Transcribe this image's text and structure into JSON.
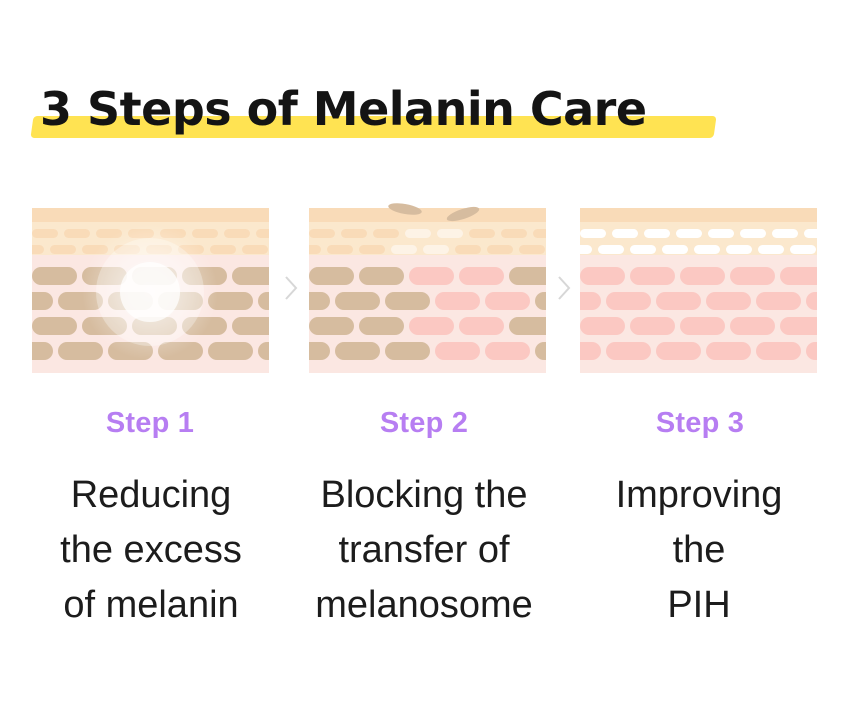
{
  "title": "3 Steps of Melanin Care",
  "colors": {
    "highlight": "#ffe352",
    "step_label": "#b77ef2",
    "skin_top": "#f9dbb8",
    "skin_mid": "#fbe8cd",
    "skin_lower": "#fbe7e2",
    "melanin_cell": "#d6bc9f",
    "pink_cell": "#fbc8c2",
    "white_cell": "#ffffff"
  },
  "icons": [
    "skin-layer-glow",
    "skin-layer-melanosome-block",
    "skin-layer-clear",
    "chevron-right-icon"
  ],
  "steps": [
    {
      "label": "Step 1",
      "desc": [
        "Reducing",
        "the excess",
        "of melanin"
      ]
    },
    {
      "label": "Step 2",
      "desc": [
        "Blocking the",
        "transfer of",
        "melanosome"
      ]
    },
    {
      "label": "Step 3",
      "desc": [
        "Improving",
        "the",
        "PIH"
      ]
    }
  ]
}
